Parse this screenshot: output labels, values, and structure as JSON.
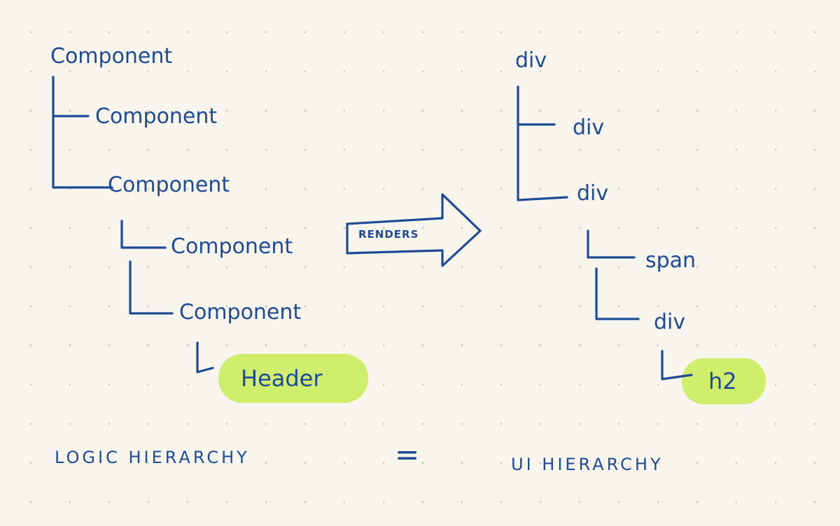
{
  "logic_tree": {
    "root": "Component",
    "child_1": "Component",
    "child_2": "Component",
    "grandchild_1": "Component",
    "grandchild_2": "Component",
    "leaf": "Header"
  },
  "ui_tree": {
    "root": "div",
    "child_1": "div",
    "child_2": "div",
    "grandchild_1": "span",
    "grandchild_2": "div",
    "leaf": "h2"
  },
  "arrow_label": "RENDERS",
  "captions": {
    "left": "LOGIC HIERARCHY",
    "equals": "=",
    "right": "UI HIERARCHY"
  },
  "colors": {
    "ink": "#1e4a98",
    "highlight": "#c6ec4f",
    "paper": "#f8f6ec"
  }
}
